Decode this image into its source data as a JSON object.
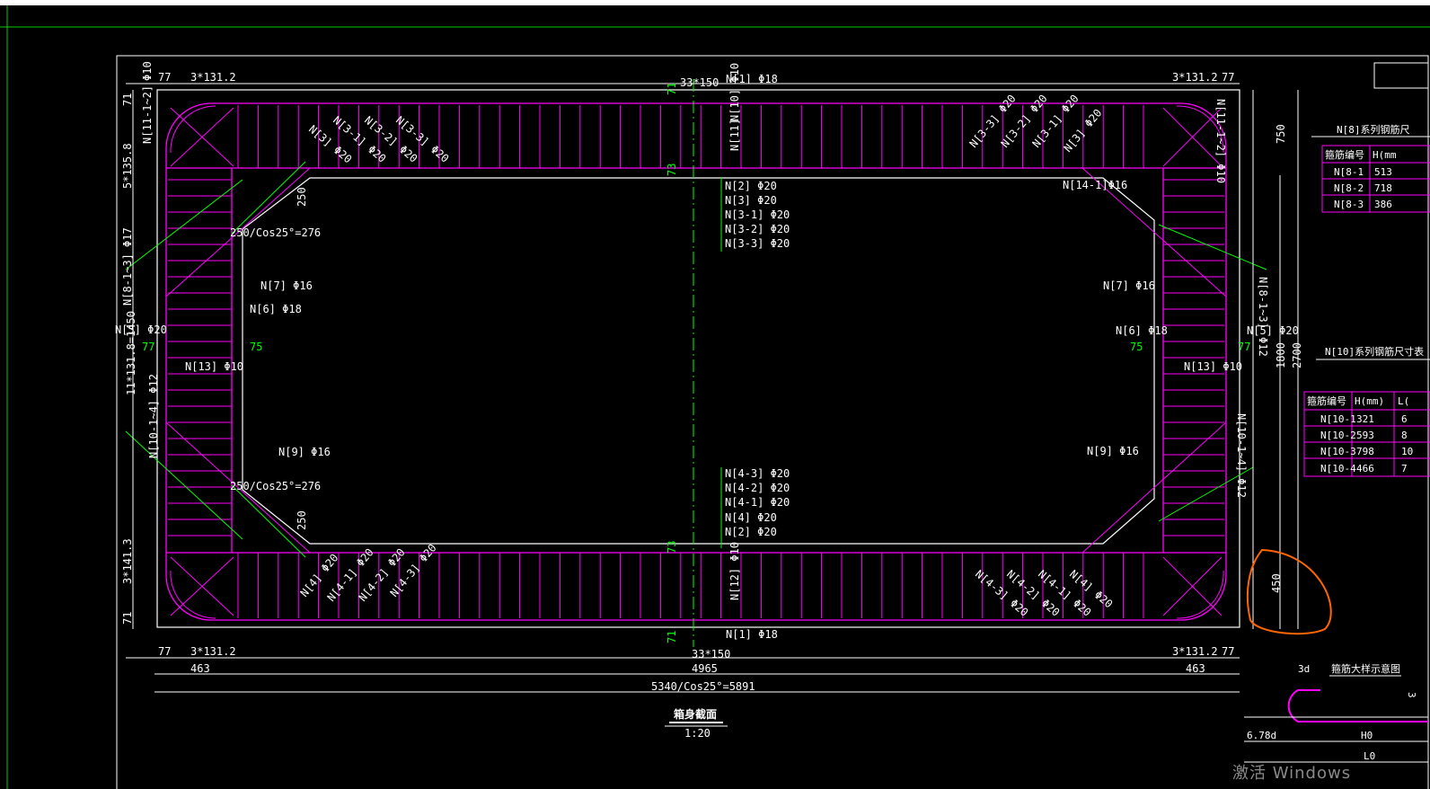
{
  "colors": {
    "background": "#000000",
    "rebar": "#ff00ff",
    "annotation": "#00ff00",
    "dimension": "#ffffff",
    "highlight": "#ff6600"
  },
  "top": {
    "d_top_left": "77",
    "d_top_left2": "3*131.2",
    "d_top_mid": "33*150",
    "d_top_right": "3*131.2",
    "d_top_right2": "77",
    "l_n1_top": "N[1] Φ18",
    "phi10_tl": "Φ10",
    "l_n11_tl": "N[11-1~2]",
    "d_71_tl": "71",
    "d_5_135": "5*135.8",
    "l_n10_top": "N[10] Φ10",
    "l_n11_top": "N[11]",
    "d_71_mid": "71",
    "d_73_mid": "73"
  },
  "labels": {
    "n3": "N[3] Φ20",
    "n3_1": "N[3-1] Φ20",
    "n3_2": "N[3-2] Φ20",
    "n3_3": "N[3-3] Φ20",
    "n3_3r": "N[3-3] Φ20",
    "n3_2r": "N[3-2] Φ20",
    "n3_1r": "N[3-1] Φ20",
    "n3r": "N[3] Φ20",
    "n14": "N[14-1]Φ16",
    "d250a": "250",
    "cos1": "250/Cos25°=276",
    "n7l": "N[7] Φ16",
    "n6l": "N[6] Φ18",
    "n8l": "N[8-1~3] Φ17",
    "n5l": "N[5] Φ20",
    "d77l": "77",
    "d75l": "75",
    "n13l": "N[13] Φ10",
    "n11_131": "11*131.8=1450",
    "n10l": "N[10-1~4] Φ12",
    "n9l": "N[9] Φ16",
    "cos2": "250/Cos25°=276",
    "d250b": "250",
    "d3_141": "3*141.3",
    "d71b": "71",
    "c_n2": "N[2] Φ20",
    "c_n3": "N[3] Φ20",
    "c_n31": "N[3-1] Φ20",
    "c_n32": "N[3-2] Φ20",
    "c_n33": "N[3-3] Φ20",
    "c_n43": "N[4-3] Φ20",
    "c_n42": "N[4-2] Φ20",
    "c_n41": "N[4-1] Φ20",
    "c_n4": "N[4] Φ20",
    "c_n2b": "N[2] Φ20",
    "n7r": "N[7] Φ16",
    "n6r": "N[6] Φ18",
    "n5r": "N[5] Φ20",
    "d75r": "75",
    "d77r": "77",
    "n13r": "N[13] Φ10",
    "n8r": "N[8-1~3]",
    "phi12r": "Φ12",
    "n9r": "N[9] Φ16",
    "n10r": "N[10-1~4] Φ12",
    "n11r": "N[11-1~2] Φ10",
    "d750": "750",
    "d1800": "1800",
    "d2700": "2700",
    "d450": "450",
    "n4": "N[4] Φ20",
    "n4_1": "N[4-1] Φ20",
    "n4_2": "N[4-2] Φ20",
    "n4_3": "N[4-3] Φ20",
    "n4_3r": "N[4-3] Φ20",
    "n4_2r": "N[4-2] Φ20",
    "n4_1r": "N[4-1] Φ20",
    "n4r": "N[4] Φ20",
    "n12": "N[12] Φ10",
    "d73b": "73",
    "d71c": "71"
  },
  "bottom": {
    "d77a": "77",
    "d3131a": "3*131.2",
    "d33_150": "33*150",
    "d3131b": "3*131.2",
    "d77b": "77",
    "d463a": "463",
    "d4965": "4965",
    "d463b": "463",
    "d5340": "5340/Cos25°=5891",
    "l_n1_bot": "N[1] Φ18",
    "title": "箱身截面",
    "scale": "1:20"
  },
  "table8": {
    "title": "N[8]系列钢筋尺",
    "headers": [
      "箍筋编号",
      "H(mm"
    ],
    "rows": [
      [
        "N[8-1",
        "513"
      ],
      [
        "N[8-2",
        "718"
      ],
      [
        "N[8-3",
        "386"
      ]
    ]
  },
  "table10": {
    "title": "N[10]系列钢筋尺寸表",
    "headers": [
      "箍筋编号",
      "H(mm)",
      "L("
    ],
    "rows": [
      [
        "N[10-1",
        "321",
        "6"
      ],
      [
        "N[10-2",
        "593",
        "8"
      ],
      [
        "N[10-3",
        "798",
        "10"
      ],
      [
        "N[10-4",
        "466",
        "7"
      ]
    ]
  },
  "detail": {
    "title": "箍筋大样示意图",
    "d3d": "3d",
    "d678": "6.78d",
    "h0": "H0",
    "l0": "L0",
    "t2": "3"
  },
  "watermark": "激活 Windows"
}
